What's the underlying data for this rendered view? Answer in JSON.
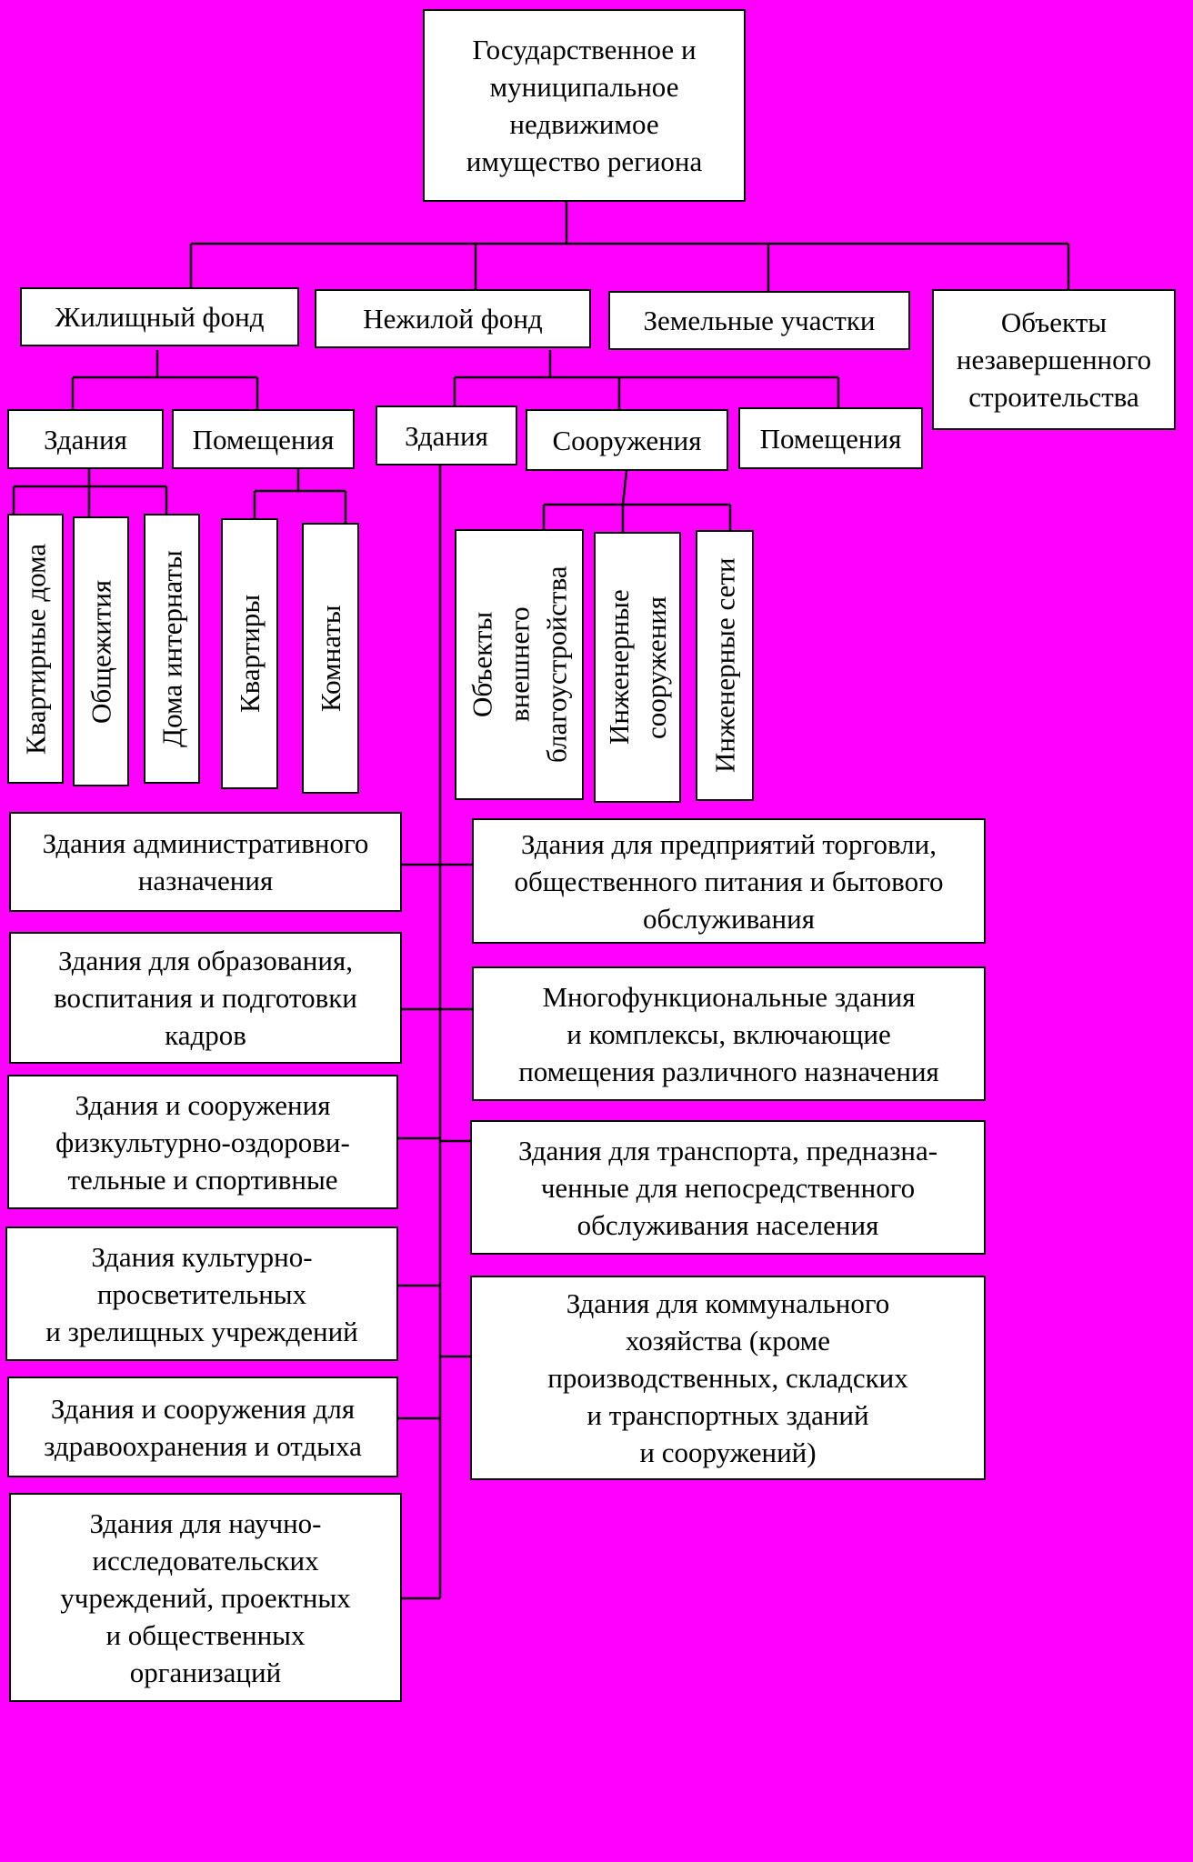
{
  "colors": {
    "background": "#FF00FF",
    "box_fill": "#FFFFFF",
    "line": "#000000"
  },
  "root": "Государственное и\nмуниципальное\nнедвижимое\nимущество региона",
  "level1": {
    "housing": "Жилищный фонд",
    "nonres": "Нежилой фонд",
    "land": "Земельные участки",
    "unfinished": "Объекты\nнезавершенного\nстроительства"
  },
  "housing": {
    "buildings": "Здания",
    "premises": "Помещения",
    "buildings_children": [
      "Квартирные дома",
      "Общежития",
      "Дома интернаты"
    ],
    "premises_children": [
      "Квартиры",
      "Комнаты"
    ]
  },
  "nonres": {
    "buildings": "Здания",
    "structures": "Сооружения",
    "premises": "Помещения",
    "structures_children": [
      "Объекты\nвнешнего\nблагоустройства",
      "Инженерные\nсооружения",
      "Инженерные сети"
    ]
  },
  "building_types_left": [
    "Здания административного\nназначения",
    "Здания для образования,\nвоспитания и подготовки\nкадров",
    "Здания и сооружения\nфизкультурно-оздорови-\nтельные и спортивные",
    "Здания культурно-\nпросветительных\nи зрелищных учреждений",
    "Здания и сооружения для\nздравоохранения и отдыха",
    "Здания для научно-\nисследовательских\nучреждений, проектных\nи общественных\nорганизаций"
  ],
  "building_types_right": [
    "Здания для предприятий торговли,\nобщественного питания и бытового\nобслуживания",
    "Многофункциональные здания\nи комплексы, включающие\nпомещения различного назначения",
    "Здания для транспорта, предназна-\nченные для непосредственного\nобслуживания населения",
    "Здания для коммунального\nхозяйства (кроме\nпроизводственных, складских\nи транспортных зданий\nи сооружений)"
  ]
}
